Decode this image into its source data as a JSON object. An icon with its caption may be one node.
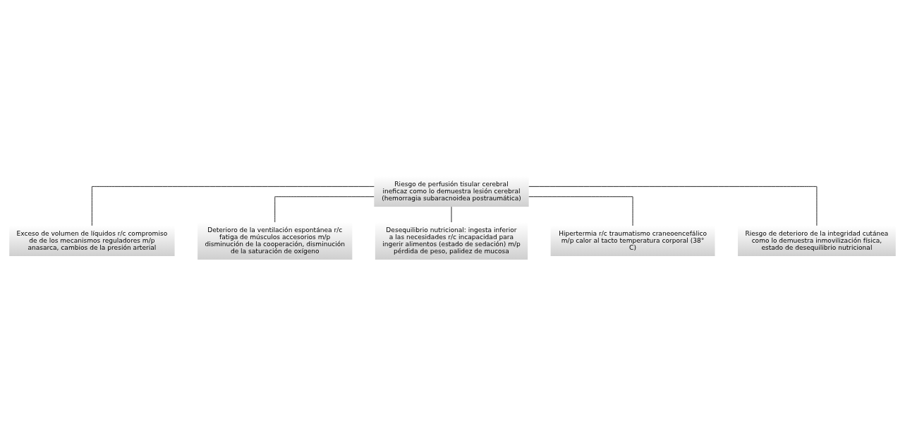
{
  "diagram": {
    "nodes": [
      {
        "text": [
          "Riesgo de perfusión tisular cerebral ineficaz como lo demuestra lesión cerebral (hemorragia subaracnoidea postraumática)"
        ]
      },
      {
        "text": [
          "Exceso de volumen de líquidos r/c compromiso de de los mecanismos reguladores m/p anasarca, cambios de la presión arterial"
        ]
      },
      {
        "text": [
          "Deterioro de la ventilación espontánea r/c fatiga de músculos accesorios m/p disminución de la cooperación, disminución de la saturación de oxígeno"
        ]
      },
      {
        "text": [
          "Desequilibrio nutricional: ingesta inferior a las necesidades r/c incapacidad para ingerir alimentos (estado de sedación) m/p pérdida de peso, palidez de mucosa"
        ]
      },
      {
        "text": [
          "Hipertermia r/c traumatismo craneoencefálico m/p calor al tacto temperatura corporal (38° C)"
        ]
      },
      {
        "text": [
          "Riesgo de deterioro de la integridad cutánea como lo demuestra inmovilización física, estado de desequilibrio nutricional"
        ]
      }
    ],
    "edges": [
      {
        "from": 0,
        "to": 1,
        "arrow": "none"
      },
      {
        "from": 0,
        "to": 2,
        "arrow": "none"
      },
      {
        "from": 0,
        "to": 3,
        "arrow": "none"
      },
      {
        "from": 0,
        "to": 4,
        "arrow": "none"
      },
      {
        "from": 0,
        "to": 5,
        "arrow": "none"
      }
    ]
  }
}
